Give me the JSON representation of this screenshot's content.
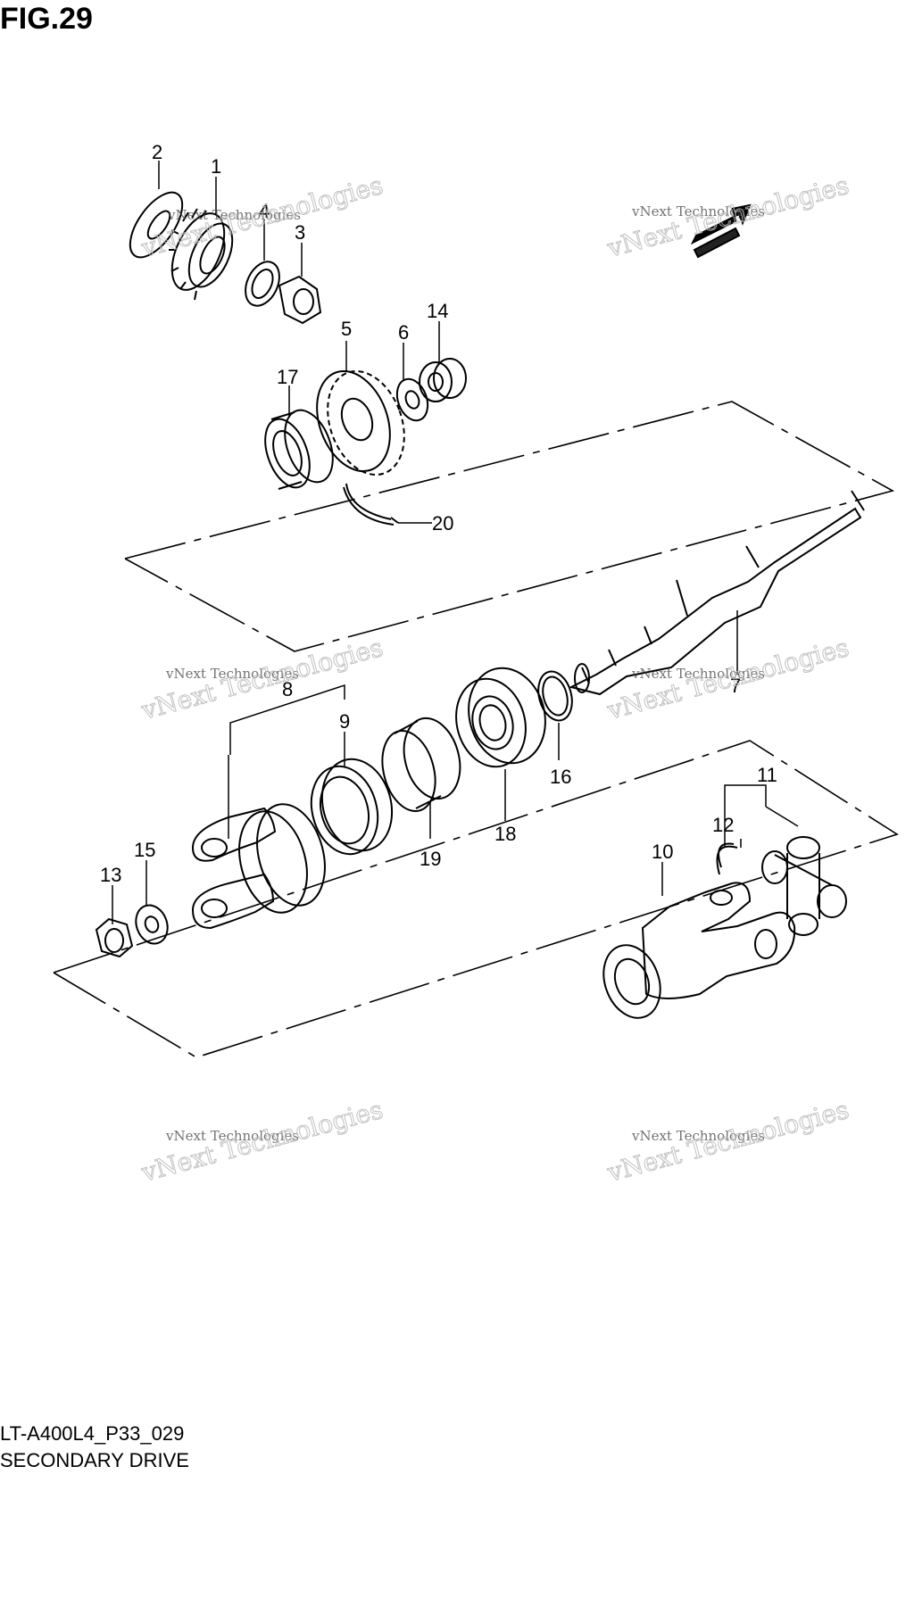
{
  "figure": {
    "title": "FIG.29",
    "model_code": "LT-A400L4_P33_029",
    "section_name": "SECONDARY DRIVE"
  },
  "watermark": {
    "line1": "vNext Technologies",
    "line2": "vNext Technologies"
  },
  "callouts": [
    "1",
    "2",
    "3",
    "4",
    "5",
    "6",
    "7",
    "8",
    "9",
    "10",
    "11",
    "12",
    "13",
    "14",
    "15",
    "16",
    "17",
    "18",
    "19",
    "20"
  ],
  "arrow_label": "FWD"
}
